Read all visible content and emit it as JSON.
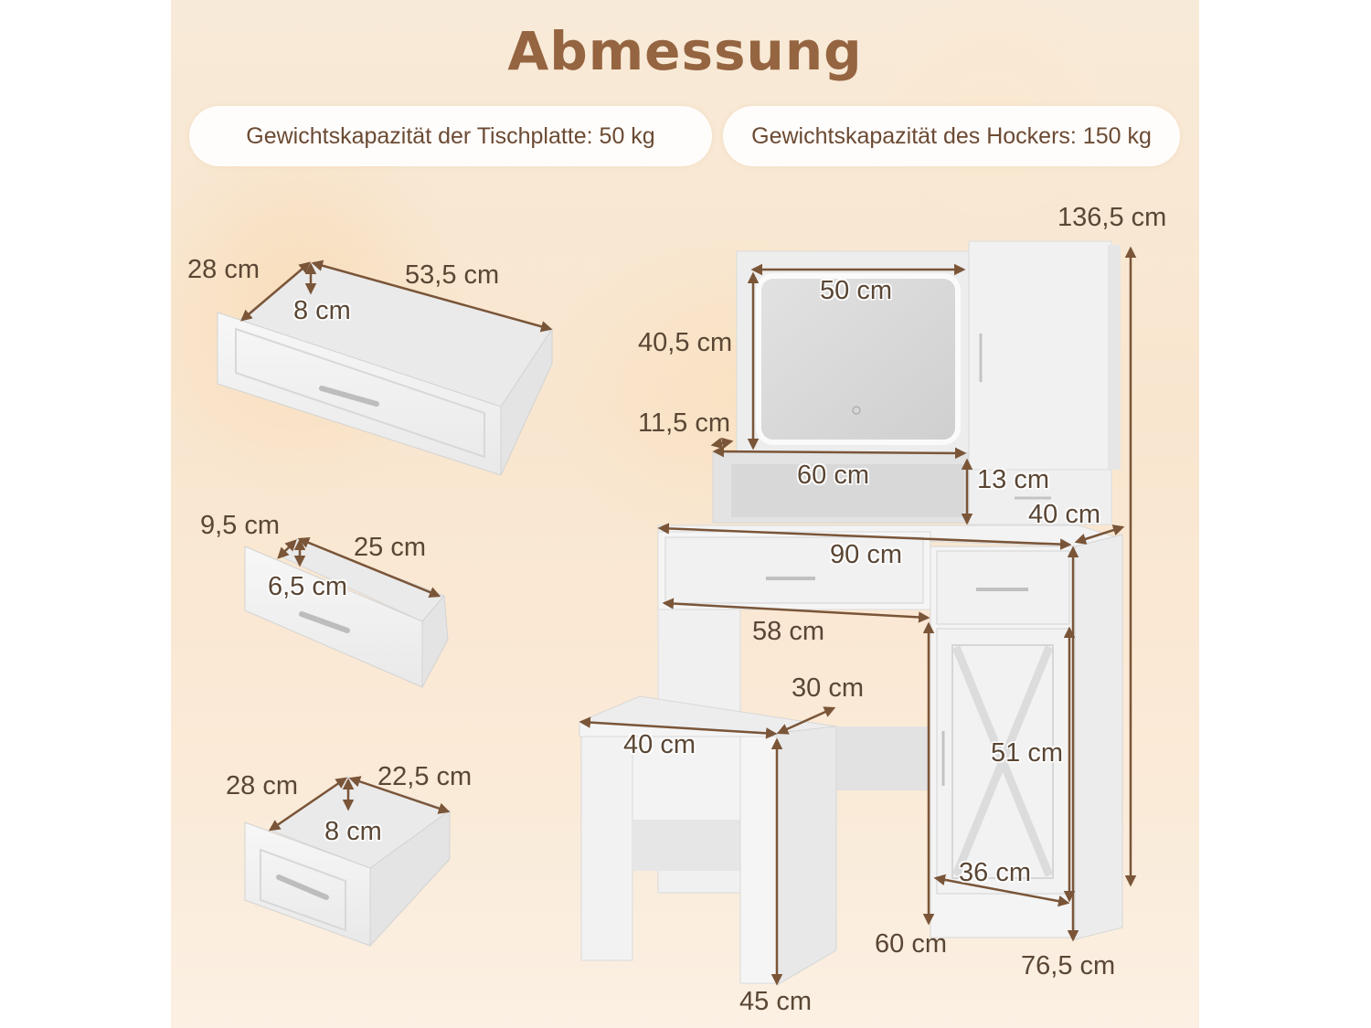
{
  "title": "Abmessung",
  "capacity": {
    "tabletop": "Gewichtskapazität der Tischplatte: 50 kg",
    "stool": "Gewichtskapazität des Hockers: 150 kg"
  },
  "colors": {
    "title": "#956440",
    "text": "#5a4634",
    "arrow": "#7a5538",
    "background": "#f9e6cf",
    "furniture": "#f2f2f2"
  },
  "drawers": {
    "large": {
      "depth": "28 cm",
      "width": "53,5 cm",
      "height": "8 cm"
    },
    "small": {
      "depth": "9,5 cm",
      "width": "25 cm",
      "height": "6,5 cm"
    },
    "medium": {
      "depth": "28 cm",
      "width": "22,5 cm",
      "height": "8 cm"
    }
  },
  "vanity": {
    "total_height": "136,5 cm",
    "mirror_width": "50 cm",
    "mirror_height": "40,5 cm",
    "shelf_depth": "11,5 cm",
    "shelf_width": "60 cm",
    "shelf_height": "13 cm",
    "depth": "40 cm",
    "desk_width": "90 cm",
    "knee_width": "58 cm",
    "knee_height": "60 cm",
    "door_height": "51 cm",
    "door_width": "36 cm",
    "desk_height": "76,5 cm"
  },
  "stool": {
    "depth": "30 cm",
    "width": "40 cm",
    "height": "45 cm"
  }
}
